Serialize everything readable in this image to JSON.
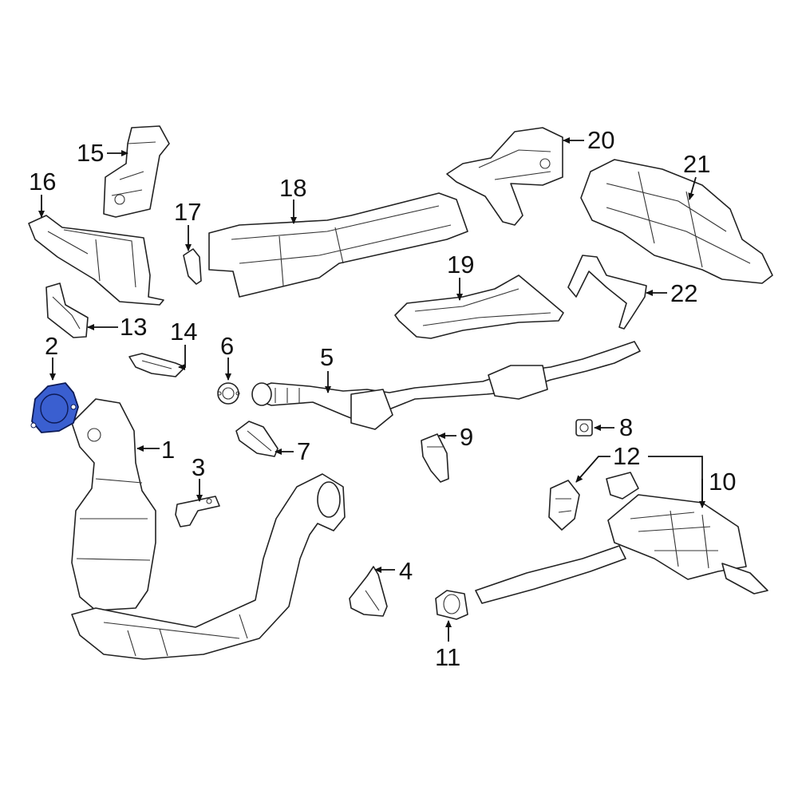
{
  "colors": {
    "highlight": "#3a5fd0",
    "highlight_stroke": "#0d1a55",
    "line": "#222222"
  },
  "callouts": [
    {
      "id": "c1",
      "label": "1"
    },
    {
      "id": "c2",
      "label": "2"
    },
    {
      "id": "c3",
      "label": "3"
    },
    {
      "id": "c4",
      "label": "4"
    },
    {
      "id": "c5",
      "label": "5"
    },
    {
      "id": "c6",
      "label": "6"
    },
    {
      "id": "c7",
      "label": "7"
    },
    {
      "id": "c8",
      "label": "8"
    },
    {
      "id": "c9",
      "label": "9"
    },
    {
      "id": "c10",
      "label": "10"
    },
    {
      "id": "c11",
      "label": "11"
    },
    {
      "id": "c12",
      "label": "12"
    },
    {
      "id": "c13",
      "label": "13"
    },
    {
      "id": "c14",
      "label": "14"
    },
    {
      "id": "c15",
      "label": "15"
    },
    {
      "id": "c16",
      "label": "16"
    },
    {
      "id": "c17",
      "label": "17"
    },
    {
      "id": "c18",
      "label": "18"
    },
    {
      "id": "c19",
      "label": "19"
    },
    {
      "id": "c20",
      "label": "20"
    },
    {
      "id": "c21",
      "label": "21"
    },
    {
      "id": "c22",
      "label": "22"
    }
  ],
  "highlighted_part": "2"
}
